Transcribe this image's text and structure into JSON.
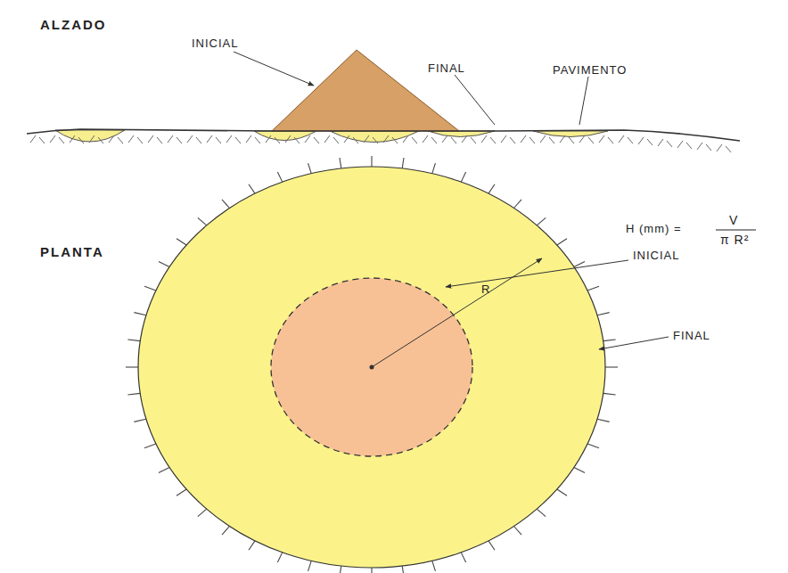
{
  "diagram": {
    "labels": [
      "ALZADO",
      "INICIAL",
      "FINAL",
      "PAVIMENTO",
      "PLANTA",
      "H (mm) =",
      "V",
      "π R²",
      "INICIAL",
      "R",
      "FINAL"
    ]
  }
}
